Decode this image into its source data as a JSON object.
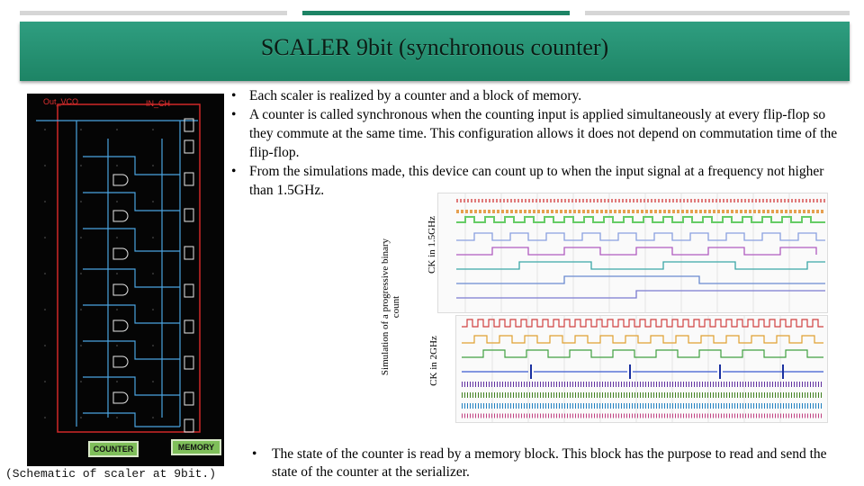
{
  "slide": {
    "title": "SCALER 9bit (synchronous counter)",
    "colors": {
      "title_bar": "#1d8465",
      "accent_gray": "#d0d0d0",
      "accent_green": "#1d8465"
    }
  },
  "bullets": [
    "Each  scaler is realized by  a counter and a block of memory.",
    "A counter is called synchronous when the counting input is applied simultaneously at every flip-flop so they commute at the same time. This configuration allows it does not depend on commutation time of the flip-flop.",
    "From the simulations made, this device can count up to when the input signal at a frequency not higher than 1.5GHz."
  ],
  "bottom_bullet": "The state of the counter is read  by a memory block. This block has the purpose  to read and send the state of the counter at the serializer.",
  "schematic": {
    "label_out": "Out_VCO",
    "label_in": "IN_CH",
    "counter_label": "COUNTER",
    "memory_label": "MEMORY",
    "caption": "(Schematic of scaler at  9bit.)"
  },
  "simulation": {
    "caption": "Simulation of a progressive binary count",
    "ck1_label": "CK in 1.5GHz",
    "ck2_label": "CK in 2GHz"
  }
}
